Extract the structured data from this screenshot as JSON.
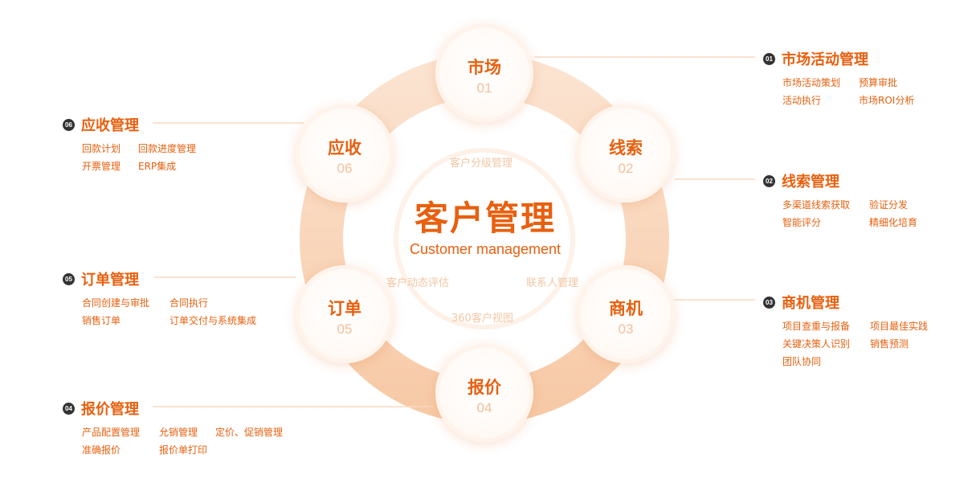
{
  "center": {
    "title": "客户管理",
    "subtitle": "Customer management",
    "sublabels": [
      "客户分级管理",
      "客户动态评估",
      "联系人管理",
      "360客户视图"
    ]
  },
  "nodes": [
    {
      "name": "市场",
      "num": "01"
    },
    {
      "name": "线索",
      "num": "02"
    },
    {
      "name": "商机",
      "num": "03"
    },
    {
      "name": "报价",
      "num": "04"
    },
    {
      "name": "订单",
      "num": "05"
    },
    {
      "name": "应收",
      "num": "06"
    }
  ],
  "panels": [
    {
      "badge": "01",
      "title": "市场活动管理",
      "items": [
        "市场活动策划",
        "预算审批",
        "活动执行",
        "市场ROI分析"
      ]
    },
    {
      "badge": "02",
      "title": "线索管理",
      "items": [
        "多渠道线索获取",
        "验证分发",
        "智能评分",
        "精细化培育"
      ]
    },
    {
      "badge": "03",
      "title": "商机管理",
      "items": [
        "项目查重与报备",
        "项目最佳实践",
        "关键决策人识别",
        "销售预测",
        "团队协同"
      ]
    },
    {
      "badge": "04",
      "title": "报价管理",
      "items": [
        "产品配置管理",
        "允销管理",
        "定价、促销管理",
        "准确报价",
        "报价单打印"
      ]
    },
    {
      "badge": "05",
      "title": "订单管理",
      "items": [
        "合同创建与审批",
        "合同执行",
        "销售订单",
        "订单交付与系统集成"
      ]
    },
    {
      "badge": "06",
      "title": "应收管理",
      "items": [
        "回款计划",
        "回款进度管理",
        "开票管理",
        "ERP集成"
      ]
    }
  ]
}
